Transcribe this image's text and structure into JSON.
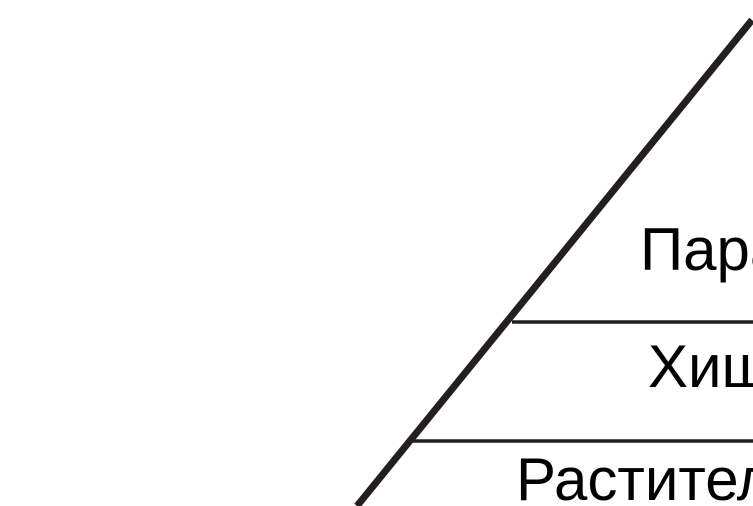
{
  "diagram": {
    "tiers": [
      {
        "label": "Паразиты"
      },
      {
        "label": "Хищники"
      },
      {
        "label": "Растительноядные"
      }
    ],
    "colors": {
      "stroke": "#231f20",
      "text": "#000000",
      "background": "#ffffff"
    }
  }
}
